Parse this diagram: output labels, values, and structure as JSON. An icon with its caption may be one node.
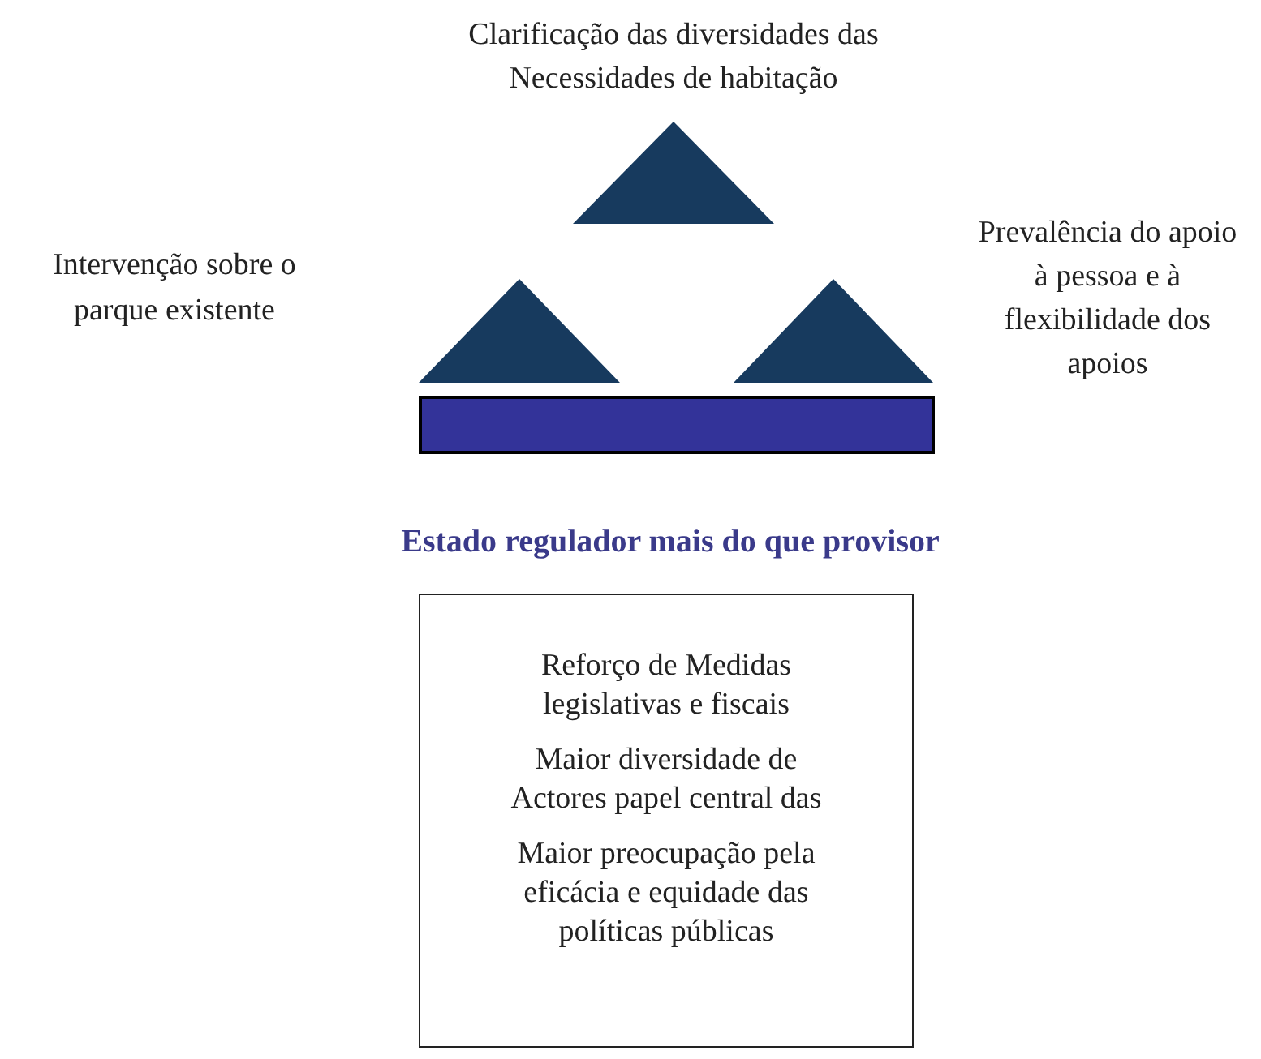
{
  "diagram": {
    "nodes": [
      {
        "text": [],
        "shape": "triangle",
        "beside": [
          "Clarificação das diversidades das Necessidades de habitação"
        ]
      },
      {
        "text": [],
        "shape": "triangle",
        "beside": [
          "Intervenção sobre o parque existente"
        ]
      },
      {
        "text": [],
        "shape": "triangle",
        "beside": [
          "Prevalência do apoio à pessoa e à flexibilidade dos apoios"
        ]
      },
      {
        "text": [],
        "shape": "bar"
      },
      {
        "text": [
          "Estado regulador mais do que provisor",
          "Reforço de Medidas legislativas e fiscais",
          "Maior diversidade de Actores papel central das",
          "Maior preocupação pela eficácia e equidade das políticas públicas"
        ]
      }
    ]
  }
}
